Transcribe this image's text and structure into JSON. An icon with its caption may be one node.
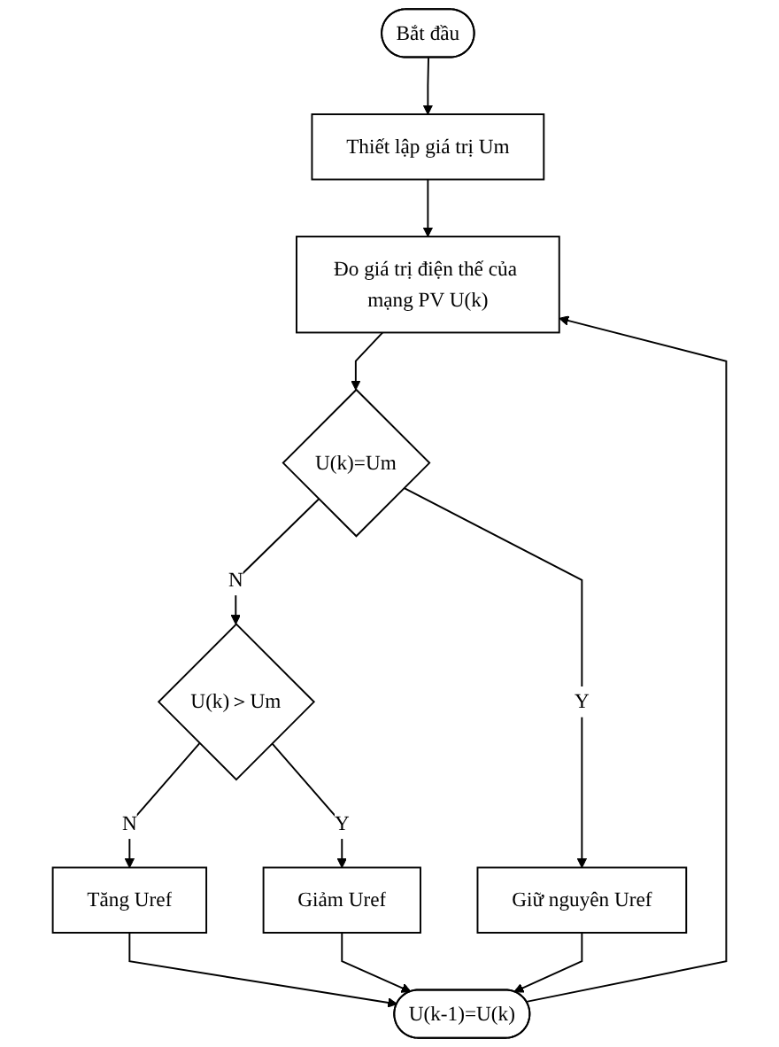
{
  "diagram": {
    "nodes": [
      {
        "text": [
          "Bắt đầu"
        ]
      },
      {
        "text": [
          "Thiết lập giá trị Um"
        ]
      },
      {
        "text": [
          "Đo giá trị điện thế của mạng PV U(k)"
        ]
      },
      {
        "text": [
          "U(k)=Um"
        ]
      },
      {
        "text": [
          "U(k)＞Um"
        ]
      },
      {
        "text": [
          "Tăng Uref"
        ]
      },
      {
        "text": [
          "Giảm Uref"
        ]
      },
      {
        "text": [
          "Giữ nguyên Uref"
        ]
      },
      {
        "text": [
          "U(k-1)=U(k)"
        ]
      }
    ],
    "edges": [
      {
        "from": 0,
        "to": 1,
        "arrow": "to"
      },
      {
        "from": 1,
        "to": 2,
        "arrow": "to"
      },
      {
        "from": 2,
        "to": 3,
        "arrow": "to"
      },
      {
        "from": 3,
        "to": 4,
        "arrow": "to",
        "label": "N"
      },
      {
        "from": 3,
        "to": 7,
        "arrow": "to",
        "label": "Y"
      },
      {
        "from": 4,
        "to": 5,
        "arrow": "to",
        "label": "N"
      },
      {
        "from": 4,
        "to": 6,
        "arrow": "to",
        "label": "Y"
      },
      {
        "from": 5,
        "to": 8,
        "arrow": "to"
      },
      {
        "from": 6,
        "to": 8,
        "arrow": "to"
      },
      {
        "from": 7,
        "to": 8,
        "arrow": "to"
      },
      {
        "from": 8,
        "to": 2,
        "arrow": "to"
      }
    ]
  }
}
